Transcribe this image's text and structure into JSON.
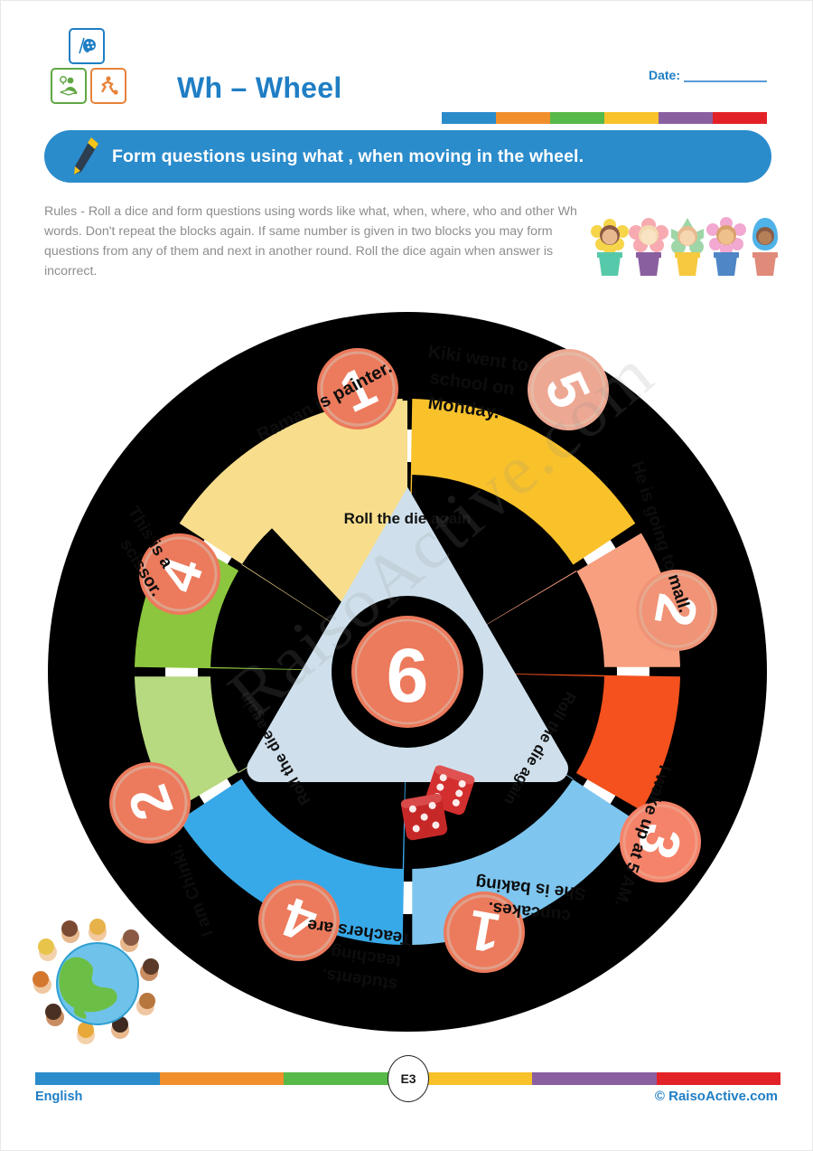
{
  "header": {
    "title": "Wh – Wheel",
    "date_label": "Date:",
    "icons": [
      "art-palette-icon",
      "teacher-idea-icon",
      "sports-runner-icon"
    ],
    "color_bar": [
      "#2b8ccc",
      "#f18f2c",
      "#57b947",
      "#f9c22b",
      "#8a5fa0",
      "#e32227"
    ]
  },
  "banner": {
    "icon": "pencil-icon",
    "text": "Form questions using what , when moving in the wheel."
  },
  "rules": {
    "text": "Rules - Roll a dice and form questions using words like what, when, where, who and other Wh words. Don't repeat the blocks again. If same number is given in two blocks you may form questions from any of them and next in another round. Roll the dice again when answer is incorrect."
  },
  "decorations": {
    "flowers": "flower-children-illustration",
    "globe": "children-around-globe-illustration",
    "watermark": "RaisoActive.com"
  },
  "wheel": {
    "hub": {
      "label": "Roll the die again",
      "die_number": "6",
      "dice_icon": "two-red-dice-icon",
      "fill": "#cfe0ec",
      "die_circle_fill": "#ec7a5c"
    },
    "segments": [
      {
        "id": "seg-1",
        "text": "Raman is painter.",
        "number": "1",
        "fill": "#f8de8c"
      },
      {
        "id": "seg-2",
        "text": "Kiki went to school on Monday.",
        "number": "5",
        "fill": "#f9c22b"
      },
      {
        "id": "seg-3",
        "text": "He is going to mall.",
        "number": "2",
        "fill": "#f79f7f"
      },
      {
        "id": "seg-4",
        "text": "I wake up at 5 AM.",
        "number": "3",
        "fill": "#f4511e"
      },
      {
        "id": "seg-5",
        "text": "She is baking cupcakes.",
        "number": "1",
        "fill": "#7ec6ef"
      },
      {
        "id": "seg-6",
        "text": "Teachers are teaching students.",
        "number": "4",
        "fill": "#38a9e8"
      },
      {
        "id": "seg-7",
        "text": "I am Chinki.",
        "number": "2",
        "fill": "#b7d97f"
      },
      {
        "id": "seg-8",
        "text": "This is a scissor.",
        "number": "4",
        "fill": "#8cc63e"
      }
    ]
  },
  "footer": {
    "subject": "English",
    "page_code": "E3",
    "copyright": "© RaisoActive.com",
    "color_bar": [
      "#2b8ccc",
      "#f18f2c",
      "#57b947",
      "#f9c22b",
      "#8a5fa0",
      "#e32227"
    ]
  }
}
